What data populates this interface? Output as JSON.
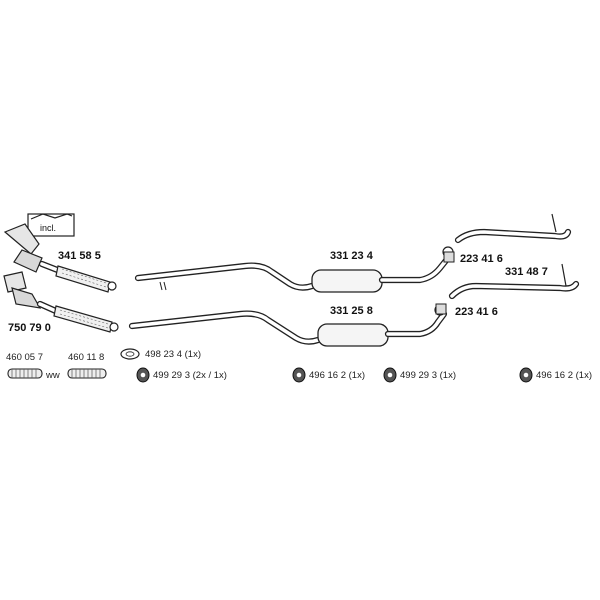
{
  "parts": {
    "cat_converter_upper": "341 58 5",
    "cat_converter_lower": "750 79 0",
    "front_pipe_upper": "331 23 4",
    "front_pipe_lower": "331 25 8",
    "rear_pipe_upper_clamp": "223 41 6",
    "rear_pipe_lower_clamp": "223 41 6",
    "rear_pipe_lower": "331 48 7",
    "flex_pipe_1": "460 05 7",
    "flex_pipe_2": "460 11 8",
    "gasket": "498 23 4 (1x)",
    "hanger_1": "499 29 3 (2x / 1x)",
    "hanger_2": "496 16 2 (1x)",
    "hanger_3": "499 29 3 (1x)",
    "hanger_4": "496 16 2 (1x)"
  },
  "incl_label": "incl.",
  "ww_label": "ww",
  "colors": {
    "line": "#222222",
    "fill": "#ffffff",
    "shade": "#cfcfcf"
  }
}
